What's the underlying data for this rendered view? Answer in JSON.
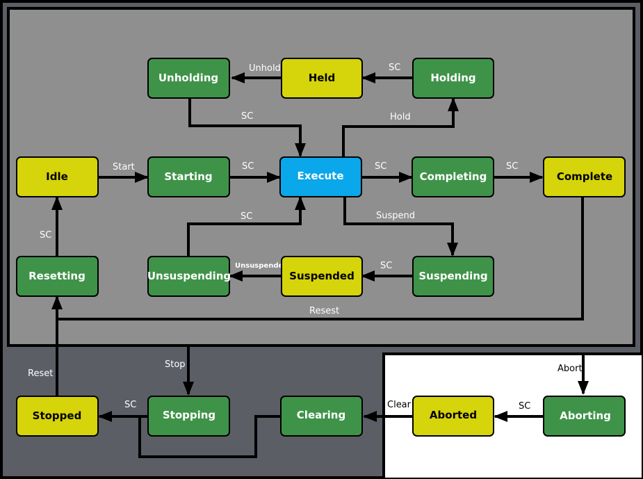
{
  "colors": {
    "green": "#3f9349",
    "yellow": "#d6d40a",
    "blue": "#0aa7ea",
    "outer_region": "#5c5e66",
    "inner_region": "#8f8f8f",
    "abort_region": "#ffffff"
  },
  "states": {
    "unholding": "Unholding",
    "held": "Held",
    "holding": "Holding",
    "idle": "Idle",
    "starting": "Starting",
    "execute": "Execute",
    "completing": "Completing",
    "complete": "Complete",
    "resetting": "Resetting",
    "unsuspending": "Unsuspending",
    "suspended": "Suspended",
    "suspending": "Suspending",
    "stopped": "Stopped",
    "stopping": "Stopping",
    "clearing": "Clearing",
    "aborted": "Aborted",
    "aborting": "Aborting"
  },
  "transitions": {
    "unhold": "Unhold",
    "sc_holding_held": "SC",
    "sc_unholding_execute": "SC",
    "hold": "Hold",
    "start": "Start",
    "sc_starting_execute": "SC",
    "sc_execute_completing": "SC",
    "sc_completing_complete": "SC",
    "sc_unsuspending_execute": "SC",
    "suspend": "Suspend",
    "sc_resetting_idle": "SC",
    "unsuspended": "Unsuspended",
    "sc_suspending_suspended": "SC",
    "resest": "Resest",
    "stop": "Stop",
    "reset": "Reset",
    "abort": "Abort",
    "sc_stopping_stopped": "SC",
    "clear": "Clear",
    "sc_aborting_aborted": "SC"
  }
}
